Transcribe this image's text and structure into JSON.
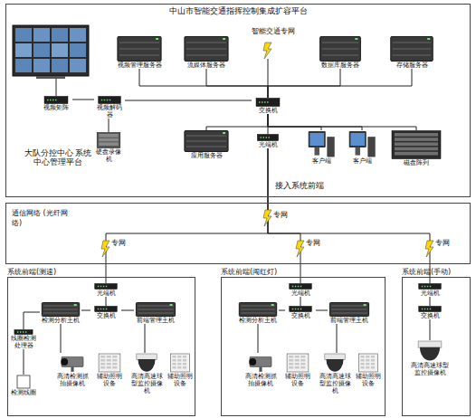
{
  "diagram": {
    "nodes": [
      {
        "text": [
          "中山市智能交通指挥控制集成扩容平台"
        ]
      },
      {
        "text": [
          "视频管理服务器"
        ],
        "in": 0
      },
      {
        "text": [
          "流媒体服务器"
        ],
        "in": 0
      },
      {
        "text": [
          "数据库服务器"
        ],
        "in": 0
      },
      {
        "text": [
          "存储服务器"
        ],
        "in": 0
      },
      {
        "text": [
          "视频矩阵"
        ],
        "in": 0
      },
      {
        "text": [
          "视频解码器"
        ],
        "in": 0
      },
      {
        "text": [
          "交换机"
        ],
        "in": 0
      },
      {
        "text": [
          "硬盘录像机"
        ],
        "in": 0
      },
      {
        "text": [
          "应用服务器"
        ],
        "in": 0
      },
      {
        "text": [
          "光端机"
        ],
        "in": 0
      },
      {
        "text": [
          "客户端"
        ],
        "in": 0
      },
      {
        "text": [
          "客户端"
        ],
        "in": 0
      },
      {
        "text": [
          "磁盘阵列"
        ],
        "in": 0
      },
      {
        "text": [
          "通信网络 (光纤网络)"
        ]
      },
      {
        "text": [
          "系统前端(测速)"
        ]
      },
      {
        "text": [
          "光端机"
        ],
        "in": 15
      },
      {
        "text": [
          "交换机"
        ],
        "in": 15
      },
      {
        "text": [
          "检测分析主机"
        ],
        "in": 15
      },
      {
        "text": [
          "前端管理主机"
        ],
        "in": 15
      },
      {
        "text": [
          "线圈检测处理器"
        ],
        "in": 15
      },
      {
        "text": [
          "高清检测抓拍摄像机"
        ],
        "in": 15
      },
      {
        "text": [
          "辅助照明设备"
        ],
        "in": 15
      },
      {
        "text": [
          "高清高速球型监控摄像机"
        ],
        "in": 15
      },
      {
        "text": [
          "辅助照明设备"
        ],
        "in": 15
      },
      {
        "text": [
          "检测线圈"
        ],
        "in": 15
      },
      {
        "text": [
          "系统前端(闯红灯)"
        ]
      },
      {
        "text": [
          "光端机"
        ],
        "in": 26
      },
      {
        "text": [
          "交换机"
        ],
        "in": 26
      },
      {
        "text": [
          "检测分析主机"
        ],
        "in": 26
      },
      {
        "text": [
          "前端管理主机"
        ],
        "in": 26
      },
      {
        "text": [
          "高清检测抓拍摄像机"
        ],
        "in": 26
      },
      {
        "text": [
          "辅助照明设备"
        ],
        "in": 26
      },
      {
        "text": [
          "高清高速球型监控摄像机"
        ],
        "in": 26
      },
      {
        "text": [
          "辅助照明设备"
        ],
        "in": 26
      },
      {
        "text": [
          "系统前端(手动)"
        ]
      },
      {
        "text": [
          "光端机"
        ],
        "in": 35
      },
      {
        "text": [
          "交换机"
        ],
        "in": 35
      },
      {
        "text": [
          "高清高速球型监控摄像机"
        ],
        "in": 35
      }
    ],
    "edges": [
      {
        "from": 1,
        "to": 7,
        "arrow": "none"
      },
      {
        "from": 2,
        "to": 7,
        "arrow": "none"
      },
      {
        "from": 3,
        "to": 7,
        "arrow": "none"
      },
      {
        "from": 4,
        "to": 7,
        "arrow": "none"
      },
      {
        "from": 5,
        "to": 6,
        "arrow": "none"
      },
      {
        "from": 6,
        "to": 7,
        "arrow": "none"
      },
      {
        "from": 8,
        "to": 6,
        "arrow": "none"
      },
      {
        "from": 7,
        "to": 9,
        "arrow": "none"
      },
      {
        "from": 7,
        "to": 11,
        "arrow": "none"
      },
      {
        "from": 7,
        "to": 12,
        "arrow": "none"
      },
      {
        "from": 7,
        "to": 13,
        "arrow": "none"
      },
      {
        "from": 7,
        "to": 10,
        "arrow": "none"
      },
      {
        "from": 10,
        "to": 16,
        "arrow": "none"
      },
      {
        "from": 10,
        "to": 27,
        "arrow": "none"
      },
      {
        "from": 10,
        "to": 36,
        "arrow": "none"
      },
      {
        "from": 16,
        "to": 17,
        "arrow": "none"
      },
      {
        "from": 17,
        "to": 18,
        "arrow": "none"
      },
      {
        "from": 17,
        "to": 19,
        "arrow": "none"
      },
      {
        "from": 18,
        "to": 20,
        "arrow": "none"
      },
      {
        "from": 18,
        "to": 21,
        "arrow": "none"
      },
      {
        "from": 19,
        "to": 23,
        "arrow": "none"
      },
      {
        "from": 20,
        "to": 25,
        "arrow": "none"
      },
      {
        "from": 27,
        "to": 28,
        "arrow": "none"
      },
      {
        "from": 28,
        "to": 29,
        "arrow": "none"
      },
      {
        "from": 28,
        "to": 30,
        "arrow": "none"
      },
      {
        "from": 29,
        "to": 31,
        "arrow": "none"
      },
      {
        "from": 30,
        "to": 33,
        "arrow": "none"
      },
      {
        "from": 36,
        "to": 37,
        "arrow": "none"
      },
      {
        "from": 37,
        "to": 38,
        "arrow": "none"
      }
    ],
    "labels": [
      "智能交通专网",
      "大队分控中心 系统中心管理平台",
      "接入系统前端",
      "专网",
      "专网",
      "专网",
      "专网"
    ]
  }
}
